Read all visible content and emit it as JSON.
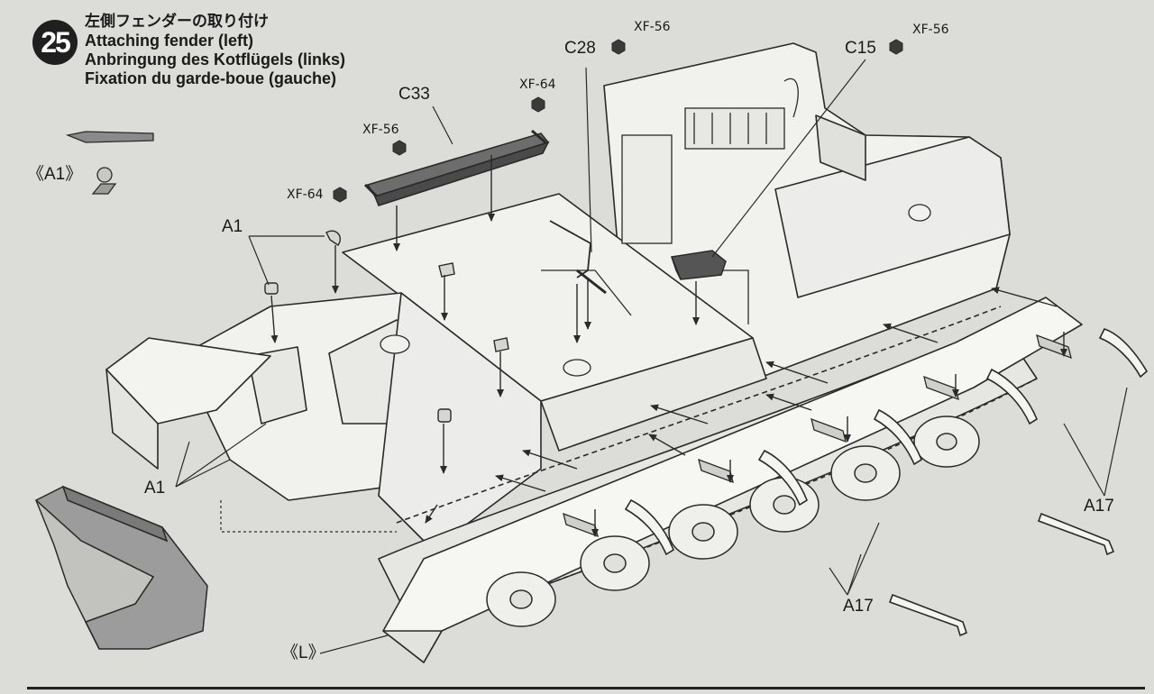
{
  "step": {
    "number": "25",
    "title_jp": "左側フェンダーの取り付け",
    "title_en": "Attaching fender (left)",
    "title_de": "Anbringung des Kotflügels (links)",
    "title_fr": "Fixation du garde-boue (gauche)"
  },
  "parts": {
    "c33": "C33",
    "c28": "C28",
    "c15": "C15",
    "a1_left": "A1",
    "a1_bottom": "A1",
    "a17_right": "A17",
    "a17_bottom": "A17",
    "detail_a1": "《A1》",
    "detail_l": "《L》"
  },
  "paints": {
    "c28": "XF-56",
    "c15": "XF-56",
    "c33_left": "XF-56",
    "c33_right": "XF-64",
    "c33_bottom": "XF-64"
  },
  "colors": {
    "line": "#2a2a2a",
    "hull": "#f1f1ee",
    "part_dark": "#5a5a5a",
    "part_gray": "#9a9a9a",
    "paper": "#dcdcd8"
  }
}
